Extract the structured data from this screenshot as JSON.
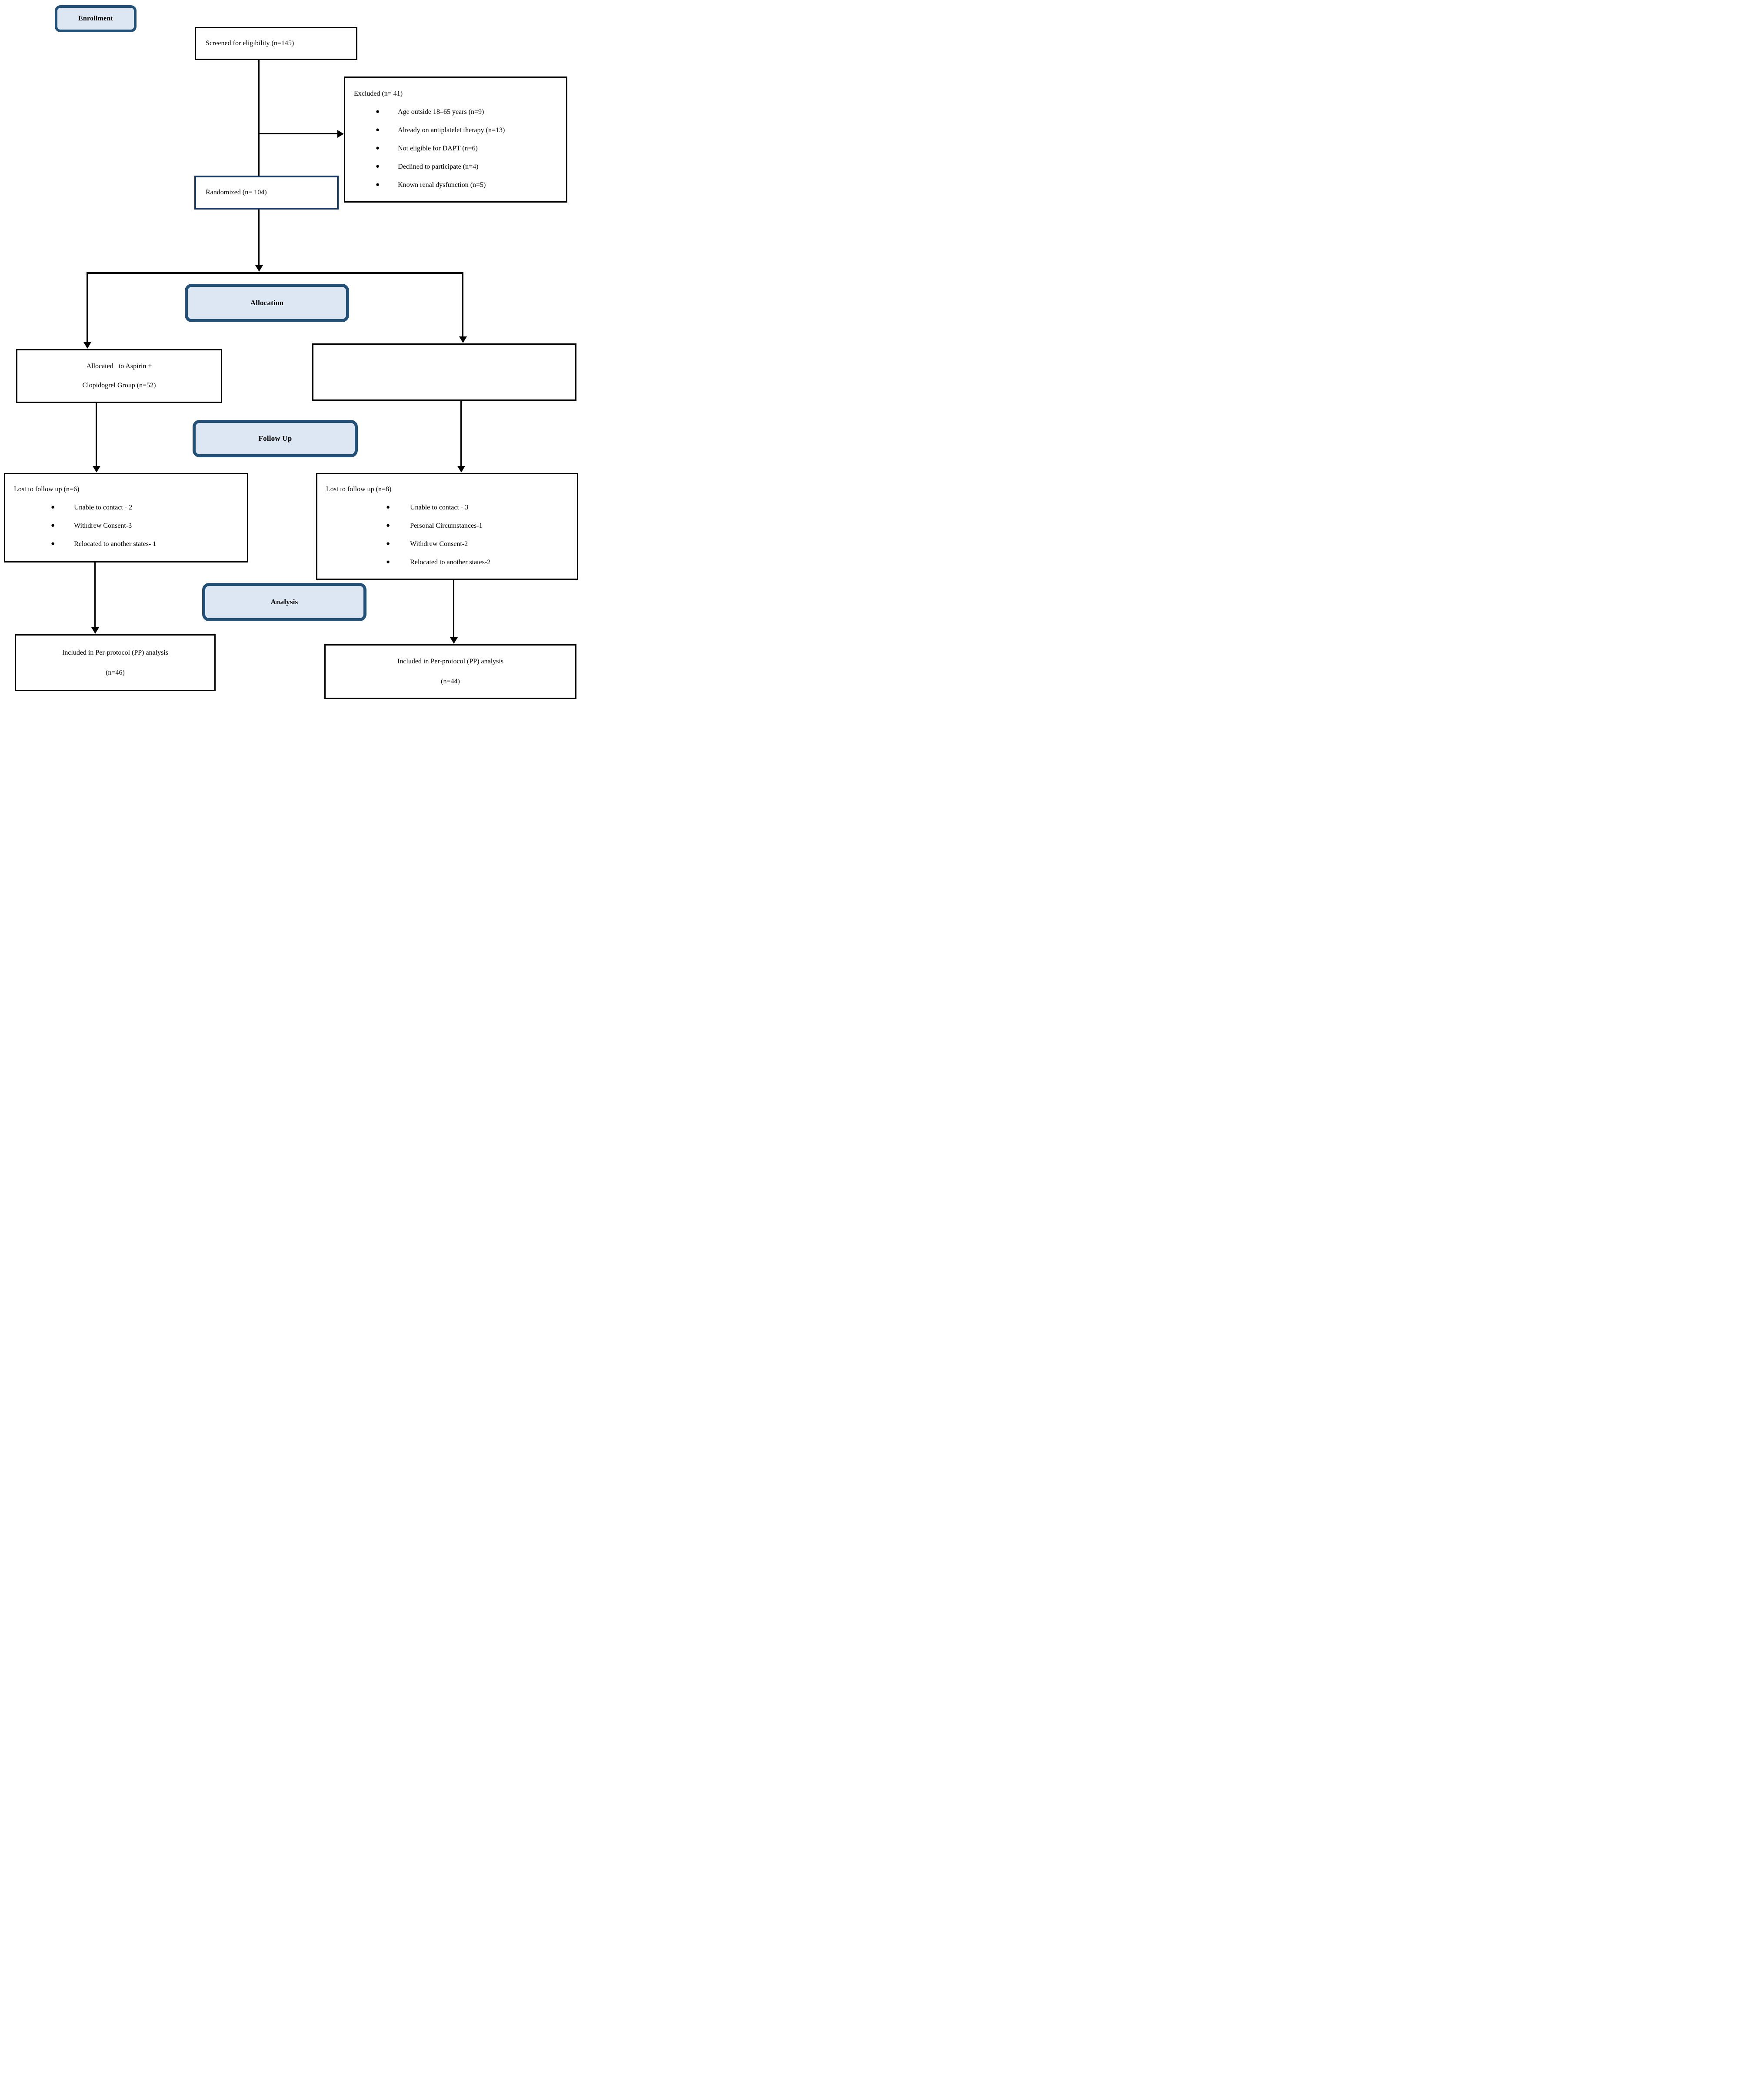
{
  "banners": {
    "enrollment": "Enrollment",
    "allocation": "Allocation",
    "followup": "Follow Up",
    "analysis": "Analysis"
  },
  "nodes": {
    "screened": {
      "text": "Screened for eligibility (n=145)"
    },
    "excluded": {
      "title": "Excluded (n= 41)",
      "items": [
        "Age outside 18–65 years (n=9)",
        "Already on antiplatelet therapy (n=13)",
        "Not eligible for DAPT (n=6)",
        "Declined to participate (n=4)",
        "Known renal dysfunction (n=5)"
      ]
    },
    "randomized": {
      "text": "Randomized (n= 104)"
    },
    "allocated_left": {
      "line1": "Allocated   to Aspirin +",
      "line2": "Clopidogrel Group (n=52)"
    },
    "allocated_right": {
      "text": ""
    },
    "lost_left": {
      "title": "Lost to follow up (n=6)",
      "items": [
        "Unable to contact - 2",
        "Withdrew Consent-3",
        "Relocated to another states- 1"
      ]
    },
    "lost_right": {
      "title": "Lost to follow up (n=8)",
      "items": [
        "Unable to contact - 3",
        "Personal Circumstances-1",
        "Withdrew Consent-2",
        "Relocated to another states-2"
      ]
    },
    "analysis_left": {
      "line1": "Included in Per-protocol (PP) analysis",
      "line2": "(n=46)"
    },
    "analysis_right": {
      "line1": "Included in Per-protocol (PP) analysis",
      "line2": "(n=44)"
    }
  },
  "bullet_glyph": "●",
  "colors": {
    "banner_fill": "#dce7f3",
    "banner_border": "#235077",
    "randomized_border": "#17365d",
    "box_border": "#000000",
    "line_color": "#000000"
  }
}
